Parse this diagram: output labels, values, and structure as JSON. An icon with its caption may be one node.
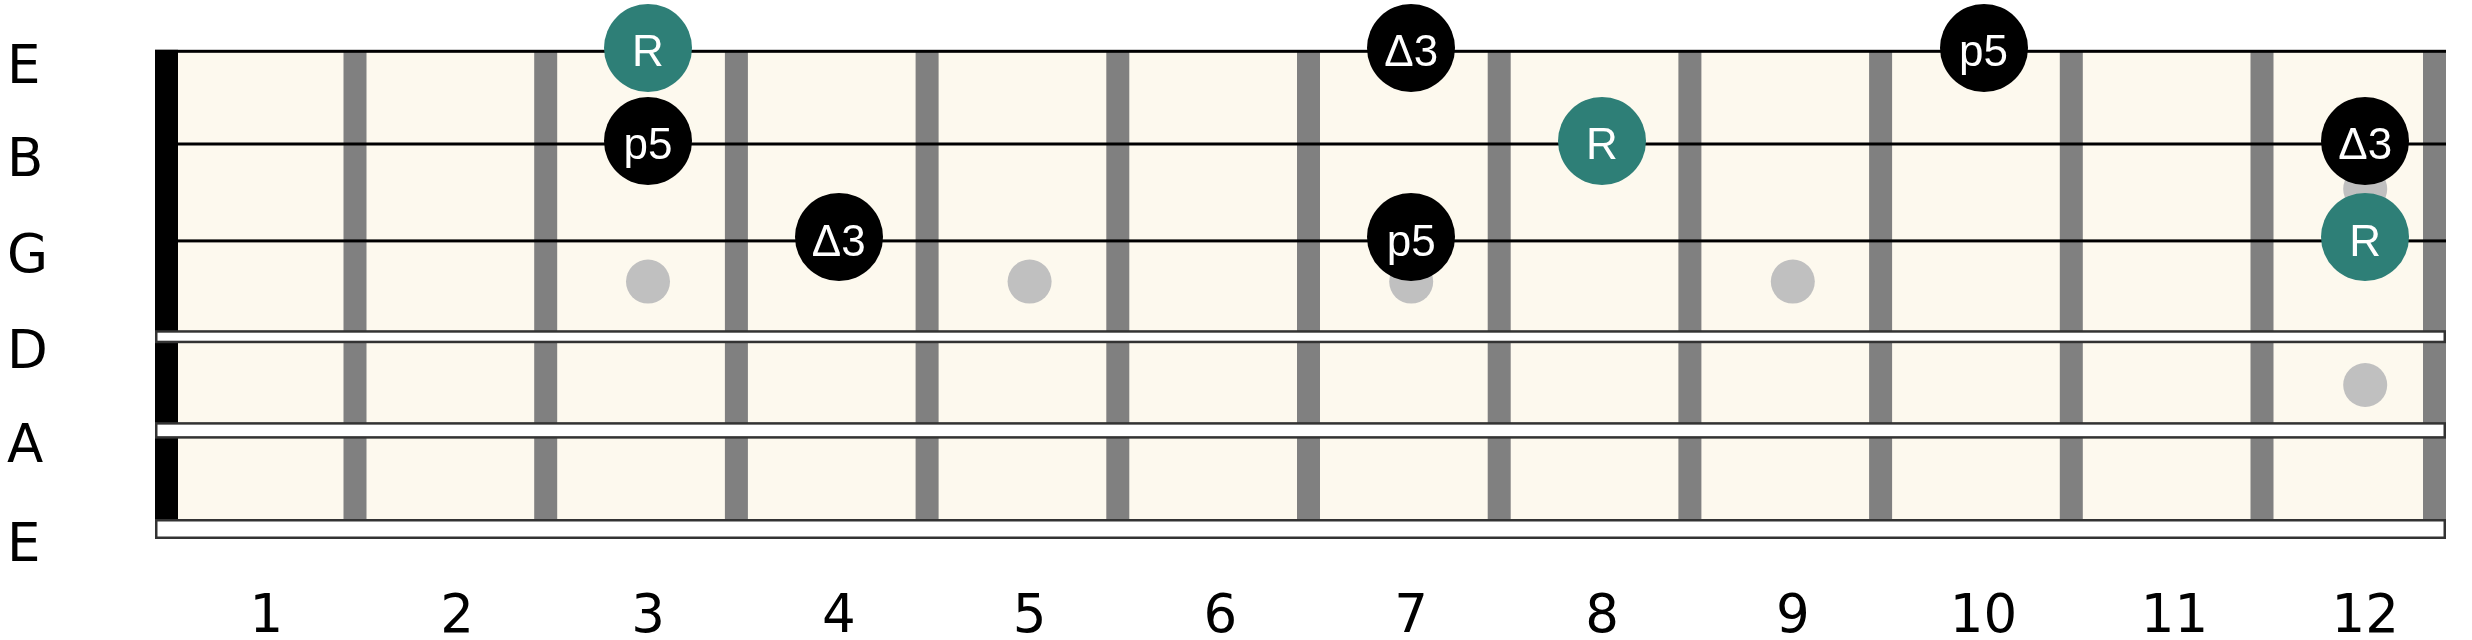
{
  "diagram": {
    "nodes": [
      {
        "text": [
          "R"
        ]
      },
      {
        "text": [
          "Δ3"
        ]
      },
      {
        "text": [
          "p5"
        ]
      },
      {
        "text": [
          "p5"
        ]
      },
      {
        "text": [
          "R"
        ]
      },
      {
        "text": [
          "Δ3"
        ]
      },
      {
        "text": [
          "Δ3"
        ]
      },
      {
        "text": [
          "p5"
        ]
      },
      {
        "text": [
          "R"
        ]
      }
    ],
    "labels": [
      "E",
      "B",
      "G",
      "D",
      "A",
      "E",
      "1",
      "2",
      "3",
      "4",
      "5",
      "6",
      "7",
      "8",
      "9",
      "10",
      "11",
      "12"
    ]
  }
}
